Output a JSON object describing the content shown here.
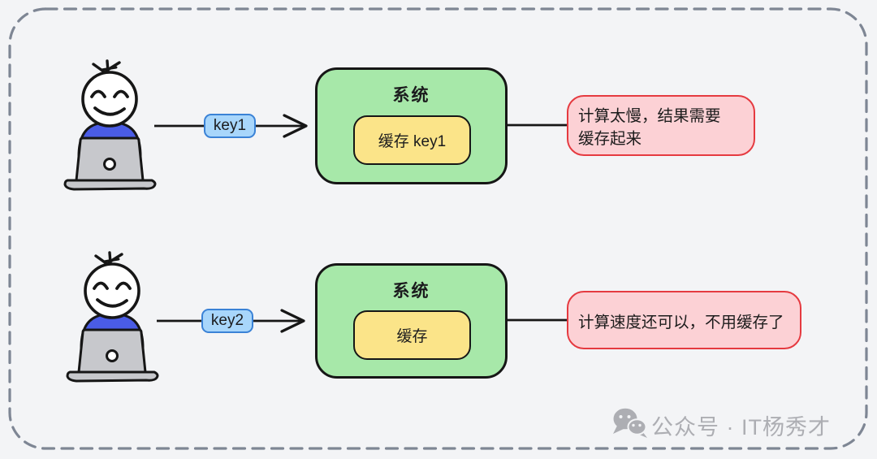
{
  "diagram": {
    "rows": [
      {
        "key_label": "key1",
        "system_title": "系统",
        "cache_label": "缓存 key1",
        "note_line1": "计算太慢，结果需要",
        "note_line2": "缓存起来"
      },
      {
        "key_label": "key2",
        "system_title": "系统",
        "cache_label": "缓存",
        "note_line1": "计算速度还可以，不用缓存了"
      }
    ],
    "watermark": {
      "icon": "wechat-icon",
      "text": "公众号 · IT杨秀才"
    },
    "colors": {
      "background": "#f3f4f6",
      "dashed_border": "#7e8694",
      "outline": "#161616",
      "system_fill": "#a7e8a9",
      "cache_fill": "#fbe489",
      "key_fill": "#a8d6fb",
      "key_border": "#3a82d6",
      "note_fill": "#fcd1d5",
      "note_border": "#e53a40",
      "person_shirt": "#4a5ce6",
      "laptop_gray": "#c7c8cc",
      "watermark_gray": "#adaeb3"
    }
  }
}
